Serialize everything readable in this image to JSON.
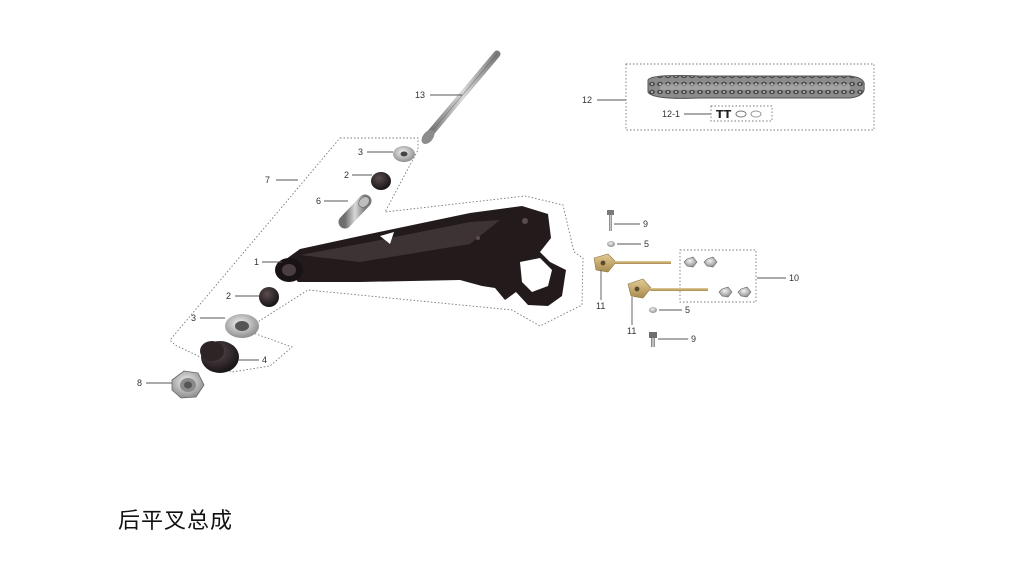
{
  "title": "后平叉总成",
  "colors": {
    "part_dark": "#231a1c",
    "bolt": "#9b9b9b",
    "brass": "#c4a66a",
    "line": "#555555"
  },
  "callouts": {
    "bolt_13": "13",
    "washer_3_top": "3",
    "bushing_2_top": "2",
    "sleeve_6": "6",
    "assembly_7": "7",
    "swingarm_1": "1",
    "bushing_2_bottom": "2",
    "washer_3_bottom": "3",
    "spacer_4": "4",
    "nut_8": "8",
    "chain_12": "12",
    "chain_link_12_1": "12-1",
    "bolt_9_top": "9",
    "washer_5_top": "5",
    "adjuster_11_top": "11",
    "nut_10": "10",
    "adjuster_11_bottom": "11",
    "washer_5_bottom": "5",
    "bolt_9_bottom": "9"
  },
  "chain_link_mark": "TT"
}
